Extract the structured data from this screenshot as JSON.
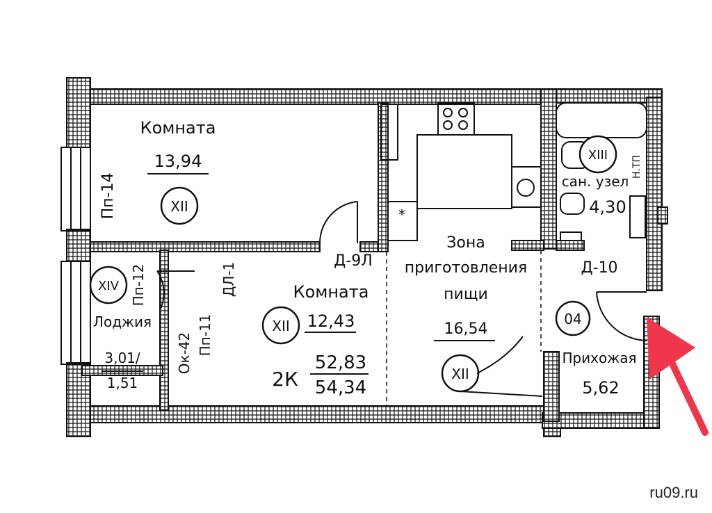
{
  "rooms": {
    "room1": {
      "name": "Комната",
      "area": "13,94",
      "mark": "XII"
    },
    "room2": {
      "name": "Комната",
      "area": "12,43",
      "mark": "XII"
    },
    "kitchen": {
      "name_l1": "Зона",
      "name_l2": "приготовления",
      "name_l3": "пищи",
      "area": "16,54",
      "mark": "XII"
    },
    "bath": {
      "name": "сан. узел",
      "area": "4,30",
      "mark": "XIII"
    },
    "hall": {
      "name": "Прихожая",
      "area": "5,62",
      "number": "04"
    },
    "loggia": {
      "name": "Лоджия",
      "area1": "3,01/",
      "area2": "1,51",
      "mark": "XIV"
    }
  },
  "apartment": {
    "type": "2К",
    "area_living": "52,83",
    "area_total": "54,34"
  },
  "codes": {
    "pp14": "Пп-14",
    "pp12": "Пп-12",
    "pp11": "Пп-11",
    "ok42": "Ок-42",
    "dl1": "ДЛ-1",
    "d9l": "Д-9Л",
    "d10": "Д-10",
    "hm": "Н.ТП",
    "star": "*"
  },
  "watermark": "ru09.ru",
  "colors": {
    "line": "#111111",
    "arrow": "#f0364a",
    "background": "#ffffff"
  }
}
